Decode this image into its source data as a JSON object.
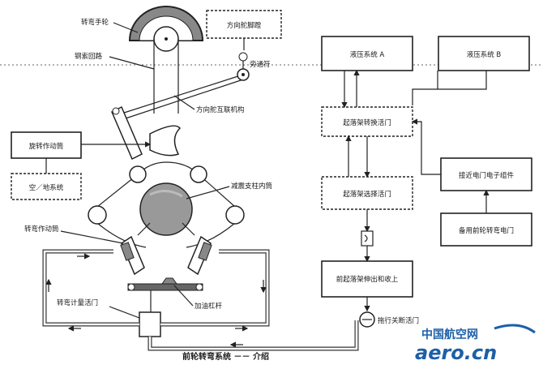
{
  "labels": {
    "steering_handwheel": "转弯手轮",
    "cable_loop": "钢索回路",
    "rudder_pedal": "方向舵脚蹬",
    "bypass": "旁通符",
    "rudder_linkage": "方向舵互联机构",
    "rotary_actuator": "旋转作动筒",
    "air_ground_system": "空／地系统",
    "shock_strut_inner": "减震支柱内筒",
    "steering_actuator": "转弯作动筒",
    "steering_metering_valve": "转弯计量活门",
    "lever": "加油杠杆",
    "hydraulic_a": "液压系统 A",
    "hydraulic_b": "液压系统 B",
    "gear_transfer_valve": "起落架转换活门",
    "gear_selector_valve": "起落架选择活门",
    "proximity_module": "接近电门电子组件",
    "nose_steering_switch": "备用前轮转弯电门",
    "gear_extend_retract": "前起落架伸出和收上",
    "tow_bypass_valve": "拖行关断活门",
    "caption": "前轮转弯系统 －－ 介绍"
  },
  "watermark": {
    "chinese": "中国航空网",
    "domain": "aero.cn"
  },
  "colors": {
    "line": "#222222",
    "brand": "#1d5fa8"
  }
}
